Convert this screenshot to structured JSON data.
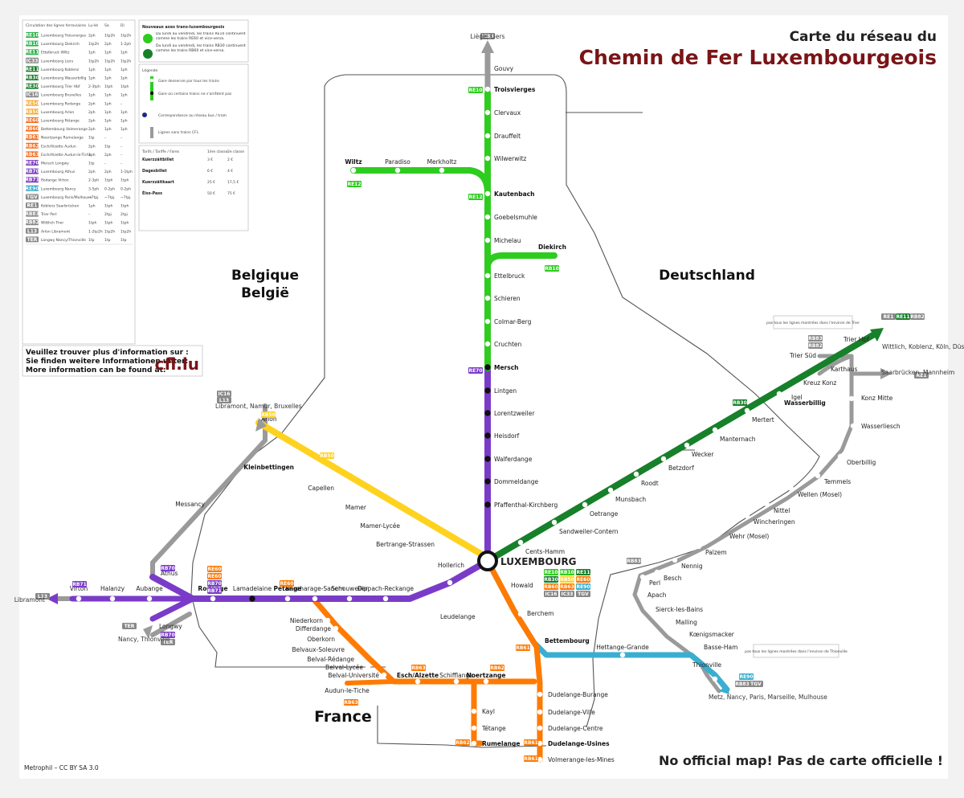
{
  "header": {
    "line1": "Carte du réseau du",
    "line2": "Chemin de Fer Luxembourgeois"
  },
  "footer": {
    "credit": "Metrophil – CC BY SA 3.0",
    "disclaimer": "No official map! Pas de carte officielle !"
  },
  "countries": {
    "belgium1": "Belgique",
    "belgium2": "België",
    "germany": "Deutschland",
    "france": "France"
  },
  "hub": "LUXEMBOURG",
  "info": {
    "line1": "Veuillez trouver plus d'information sur :",
    "line2": "Sie finden weitere Informationen unter:",
    "line3": "More information can be found at:",
    "site": "cfl.lu"
  },
  "nouveaux": {
    "title": "Nouveaux axes trans-luxembourgeois",
    "row1": "Du lundi au vendredi, les trains RE10 continuent comme les trains RE60 et vice-versa.",
    "row2": "Du lundi au vendredi, les trains RB30 continuent comme les trains RB60 et vice-versa."
  },
  "legend": {
    "title": "Légende",
    "items": [
      "Gare desservie par tous les trains",
      "Gare où certains trains ne s'arrêtent pas",
      "Correspondance au réseau bus / tram",
      "Lignes sans trains CFL"
    ]
  },
  "tariffs": {
    "title": "Tarifs / Tariffe / Fares",
    "col1": "1ère classe",
    "col2": "2e classe",
    "rows": [
      {
        "name": "Kuerzzäitbillet",
        "a": "3 €",
        "b": "2 €"
      },
      {
        "name": "Dagesbillet",
        "a": "6 €",
        "b": "4 €"
      },
      {
        "name": "Kuerzzäitkaart",
        "a": "25 €",
        "b": "17,5 €"
      },
      {
        "name": "Éiss-Pass",
        "a": "50 €",
        "b": "75 €"
      }
    ]
  },
  "freq": {
    "title": "Circulation des lignes ferroviaires",
    "cols": [
      "Lu-Ve",
      "Sa",
      "Di"
    ],
    "rows": [
      {
        "code": "RE10",
        "color": "#2db34a",
        "dest": "Luxembourg Troisvierges",
        "v": [
          "2ph",
          "1tp2h",
          "1tp2h"
        ]
      },
      {
        "code": "RB10",
        "color": "#2db34a",
        "dest": "Luxembourg Diekirch",
        "v": [
          "1tp2h",
          "2ph",
          "1-2ph"
        ]
      },
      {
        "code": "RE11",
        "color": "#2db34a",
        "dest": "Ettelbruck Wiltz",
        "v": [
          "1ph",
          "1ph",
          "1ph"
        ]
      },
      {
        "code": "IC33",
        "color": "#888888",
        "dest": "Luxembourg Liers",
        "v": [
          "1tp2h",
          "1tp2h",
          "1tp2h"
        ]
      },
      {
        "code": "RE11",
        "color": "#1a7a2a",
        "dest": "Luxembourg Koblenz",
        "v": [
          "1ph",
          "1ph",
          "1ph"
        ]
      },
      {
        "code": "RB30",
        "color": "#1a7a2a",
        "dest": "Luxembourg Wasserbillig",
        "v": [
          "1ph",
          "1ph",
          "1ph"
        ]
      },
      {
        "code": "RE30",
        "color": "#1a7a2a",
        "dest": "Luxembourg Trier Hbf",
        "v": [
          "2-3tph",
          "1tph",
          "1tph"
        ]
      },
      {
        "code": "IC16",
        "color": "#888888",
        "dest": "Luxembourg Bruxelles",
        "v": [
          "1ph",
          "1ph",
          "1ph"
        ]
      },
      {
        "code": "RE50",
        "color": "#f5a623",
        "dest": "Luxembourg Rodange",
        "v": [
          "2ph",
          "1ph",
          "–"
        ]
      },
      {
        "code": "RB50",
        "color": "#f5a623",
        "dest": "Luxembourg Arlon",
        "v": [
          "2ph",
          "1ph",
          "1ph"
        ]
      },
      {
        "code": "RE60",
        "color": "#f26a1b",
        "dest": "Luxembourg Pétange",
        "v": [
          "2ph",
          "1ph",
          "1ph"
        ]
      },
      {
        "code": "RB60",
        "color": "#f26a1b",
        "dest": "Bettembourg Volmerange",
        "v": [
          "2ph",
          "1ph",
          "1ph"
        ]
      },
      {
        "code": "RB61",
        "color": "#f26a1b",
        "dest": "Noertzange Rumelange",
        "v": [
          "1tp",
          "–",
          "–"
        ]
      },
      {
        "code": "RB62",
        "color": "#f26a1b",
        "dest": "Esch/Alzette Audun",
        "v": [
          "2ph",
          "1tp",
          "–"
        ]
      },
      {
        "code": "RB63",
        "color": "#f26a1b",
        "dest": "Esch/Alzette Audun-le-Tiche",
        "v": [
          "1ph",
          "2ph",
          "–"
        ]
      },
      {
        "code": "RE70",
        "color": "#7e3fbf",
        "dest": "Mersch Longwy",
        "v": [
          "1tp",
          "–",
          "–"
        ]
      },
      {
        "code": "RB70",
        "color": "#7e3fbf",
        "dest": "Luxembourg Athus",
        "v": [
          "2ph",
          "2ph",
          "1-1tph"
        ]
      },
      {
        "code": "RB71",
        "color": "#7e3fbf",
        "dest": "Rodange Virton",
        "v": [
          "2-3ph",
          "1tph",
          "1tph"
        ]
      },
      {
        "code": "RE90",
        "color": "#29a3c4",
        "dest": "Luxembourg Nancy",
        "v": [
          "3-5ph",
          "0-2ph",
          "0-2ph"
        ]
      },
      {
        "code": "TGV",
        "color": "#888888",
        "dest": "Luxembourg Paris/Mulhouse",
        "v": [
          "~7tpj",
          "~7tpj",
          "~7tpj"
        ]
      },
      {
        "code": "RE1",
        "color": "#888888",
        "dest": "Koblenz Saarbrücken",
        "v": [
          "1ph",
          "1tph",
          "1tph"
        ]
      },
      {
        "code": "RB83",
        "color": "#888888",
        "dest": "Trier Perl",
        "v": [
          "–",
          "2tpj",
          "2tpj"
        ]
      },
      {
        "code": "RB82",
        "color": "#888888",
        "dest": "Wittlich Trier",
        "v": [
          "1tph",
          "1tph",
          "1tph"
        ]
      },
      {
        "code": "L13",
        "color": "#888888",
        "dest": "Arlon Libramont",
        "v": [
          "1-2tp2h",
          "1tp2h",
          "1tp2h"
        ]
      },
      {
        "code": "TER",
        "color": "#888888",
        "dest": "Longwy Nancy/Thionville",
        "v": [
          "1tp",
          "1tp",
          "1tp"
        ]
      }
    ]
  },
  "lines": {
    "re10": "RE10",
    "re12": "RE12",
    "rb10": "RB10",
    "re70": "RE70",
    "rb30": "RB30",
    "rb50": "RB50",
    "rb60": "RB60",
    "rb61": "RB61",
    "rb62": "RB62",
    "rb63": "RB63",
    "rb70": "RB70",
    "rb71": "RB71",
    "ic33": "IC33",
    "ic16": "IC16",
    "l13": "L13",
    "ter": "TER",
    "re90": "RE90",
    "tgv": "TGV",
    "re1": "RE1",
    "re11": "RE11",
    "rb82": "RB82",
    "rb83": "RB83",
    "re60": "RE60",
    "re70b": "RE70"
  },
  "destinations": {
    "north": "Liège, Liers",
    "west": "Libramont",
    "belgium": "Libramont, Namur, Bruxelles",
    "nancy": "Nancy, Thionville",
    "germany": "Wittlich, Koblenz, Köln, Düsseldorf",
    "saar": "Saarbrücken, Mannheim",
    "metz": "Metz, Nancy, Paris, Marseille, Mulhouse"
  },
  "notes": {
    "trier": "pas tous les lignes montrées dans l'environ de Trier",
    "thionville": "pas tous les lignes montrées dans l'environ de Thionville"
  },
  "stations": {
    "north": [
      "Gouvy",
      "Troisvierges",
      "Clervaux",
      "Drauffelt",
      "Wilwerwitz",
      "Kautenbach",
      "Goebelsmuhle",
      "Michelau",
      "Ettelbruck",
      "Schieren",
      "Colmar-Berg",
      "Cruchten",
      "Mersch",
      "Lintgen",
      "Lorentzweiler",
      "Heisdorf",
      "Walferdange",
      "Dommeldange",
      "Pfaffenthal-Kirchberg"
    ],
    "wiltz": [
      "Wiltz",
      "Paradiso",
      "Merkholtz"
    ],
    "diekirch": "Diekirch",
    "arlon": [
      "Arlon",
      "Kleinbettingen",
      "Capellen",
      "Mamer",
      "Mamer-Lycée",
      "Bertrange-Strassen"
    ],
    "east": [
      "Cents-Hamm",
      "Sandweiler-Contern",
      "Oetrange",
      "Munsbach",
      "Roodt",
      "Betzdorf",
      "Wecker",
      "Manternach",
      "Mertert",
      "Wasserbillig",
      "Igel",
      "Kreuz Konz",
      "Trier Süd",
      "Trier Hbf",
      "Karthaus",
      "Konz Mitte",
      "Wasserliesch",
      "Oberbillig",
      "Temmels",
      "Wellen (Mosel)",
      "Nittel",
      "Wincheringen",
      "Wehr (Mosel)",
      "Palzem",
      "Nennig",
      "Besch",
      "Perl"
    ],
    "west": [
      "Hollerich",
      "Leudelange",
      "Dippach-Reckange",
      "Schouweiler",
      "Bascharage-Sanem",
      "Pétange",
      "Lamadelaine",
      "Rodange",
      "Aubange",
      "Halanzy",
      "Virton",
      "Athus",
      "Longwy",
      "Messancy"
    ],
    "south": [
      "Howald",
      "Berchem",
      "Bettembourg",
      "Hettange-Grande",
      "Thionville",
      "Apach",
      "Sierck-les-Bains",
      "Malling",
      "Kœnigsmacker",
      "Basse-Ham"
    ],
    "minett": [
      "Niederkorn",
      "Differdange",
      "Oberkorn",
      "Belvaux-Soleuvre",
      "Belval-Rédange",
      "Belval-Lycée",
      "Belval-Université",
      "Esch/Alzette",
      "Schifflange",
      "Noertzange",
      "Audun-le-Tiche",
      "Kayl",
      "Tétange",
      "Rumelange",
      "Dudelange-Burange",
      "Dudelange-Ville",
      "Dudelange-Centre",
      "Dudelange-Usines",
      "Volmerange-les-Mines"
    ]
  },
  "colors": {
    "green": "#2ecc1f",
    "darkgreen": "#17802a",
    "purple": "#7a3cc8",
    "yellow": "#ffd21f",
    "orange": "#ff7a00",
    "teal": "#3aaed0",
    "gray": "#9a9a9a",
    "brand": "#7a1416"
  }
}
